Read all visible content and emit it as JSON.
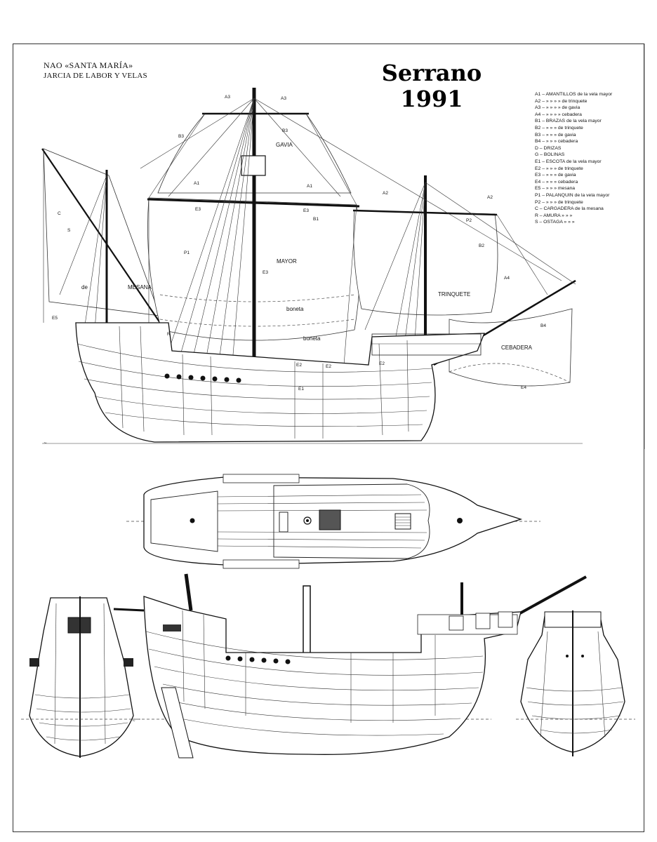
{
  "header": {
    "title": "NAO «SANTA MARÍA»",
    "subtitle": "JARCIA DE LABOR Y VELAS"
  },
  "stamp": {
    "author": "Serrano",
    "year": "1991"
  },
  "sail_labels": {
    "gavia": "GAVIA",
    "mayor": "MAYOR",
    "mesana": "MESANA",
    "trinquete": "TRINQUETE",
    "cebadera": "CEBADERA",
    "boneta1": "boneta",
    "boneta2": "boneta",
    "de": "de"
  },
  "rigging_labels": {
    "a1a": "A1",
    "a1b": "A1",
    "a2a": "A2",
    "a2b": "A2",
    "a3a": "A3",
    "a3b": "A3",
    "a4": "A4",
    "b1": "B1",
    "b2": "B2",
    "b3a": "B3",
    "b3b": "B3",
    "b4": "B4",
    "e1": "E1",
    "e2a": "E2",
    "e2b": "E2",
    "e2c": "E2",
    "e3a": "E3",
    "e3b": "E3",
    "e3c": "E3",
    "e4": "E4",
    "e5": "E5",
    "p1": "P1",
    "p2": "P2",
    "c": "C",
    "s": "S",
    "r": "R"
  },
  "legend": [
    "A1 – AMANTILLOS de la vela mayor",
    "A2 –    »      »   »  » de trinquete",
    "A3 –    »      »   »  » de gavia",
    "A4 –    »      »   »  » cebadera",
    "B1 – BRAZAS de la vela mayor",
    "B2 –    »     »   »  de trinquete",
    "B3 –    »     »   »  de gavia",
    "B4 –    »     »   »  cebadera",
    "D  –  DRIZAS",
    "G  –  BOLINAS",
    "E1 – ESCOTA de la vela mayor",
    "E2 –    »     »   »  de trinquete",
    "E3 –    »     »   »  de gavia",
    "E4 –    »     »   »  cebadera",
    "E5 –    »     »   »  mesana",
    "P1 – PALANQUIN de la vela mayor",
    "P2 –    »      »   »  de trinquete",
    "C  – CARGADERA de la mesana",
    "R  – AMURA   »  »  »",
    "S  – OSTAGA  »  »  »"
  ],
  "colors": {
    "ink": "#111111",
    "paper": "#ffffff"
  }
}
